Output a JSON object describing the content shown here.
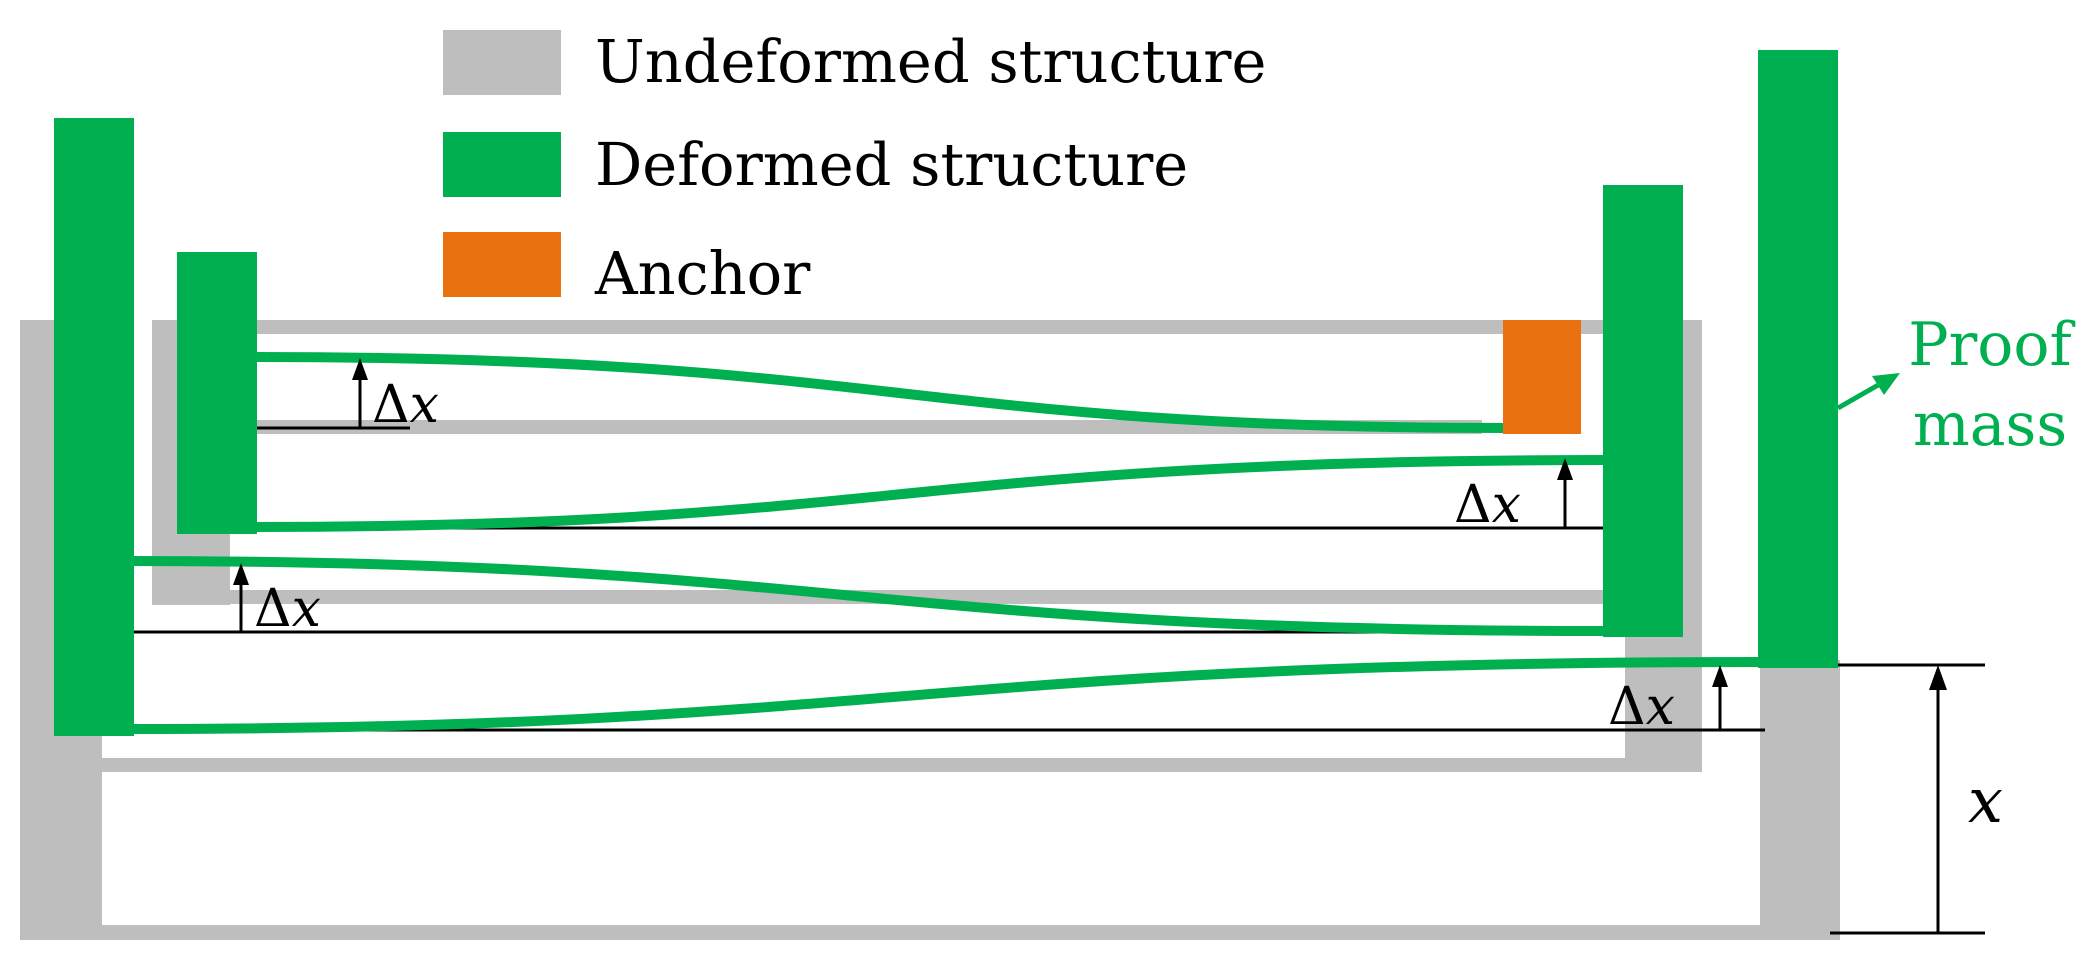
{
  "colors": {
    "undeformed": "#bebebe",
    "deformed": "#00b050",
    "anchor": "#e97110",
    "line": "#000000",
    "background": "#ffffff"
  },
  "legend": {
    "undeformed_label": "Undeformed structure",
    "deformed_label": "Deformed structure",
    "anchor_label": "Anchor"
  },
  "labels": {
    "delta": "Δ",
    "x_var": "x",
    "proof_mass_line1": "Proof",
    "proof_mass_line2": "mass",
    "displacement": "x"
  }
}
